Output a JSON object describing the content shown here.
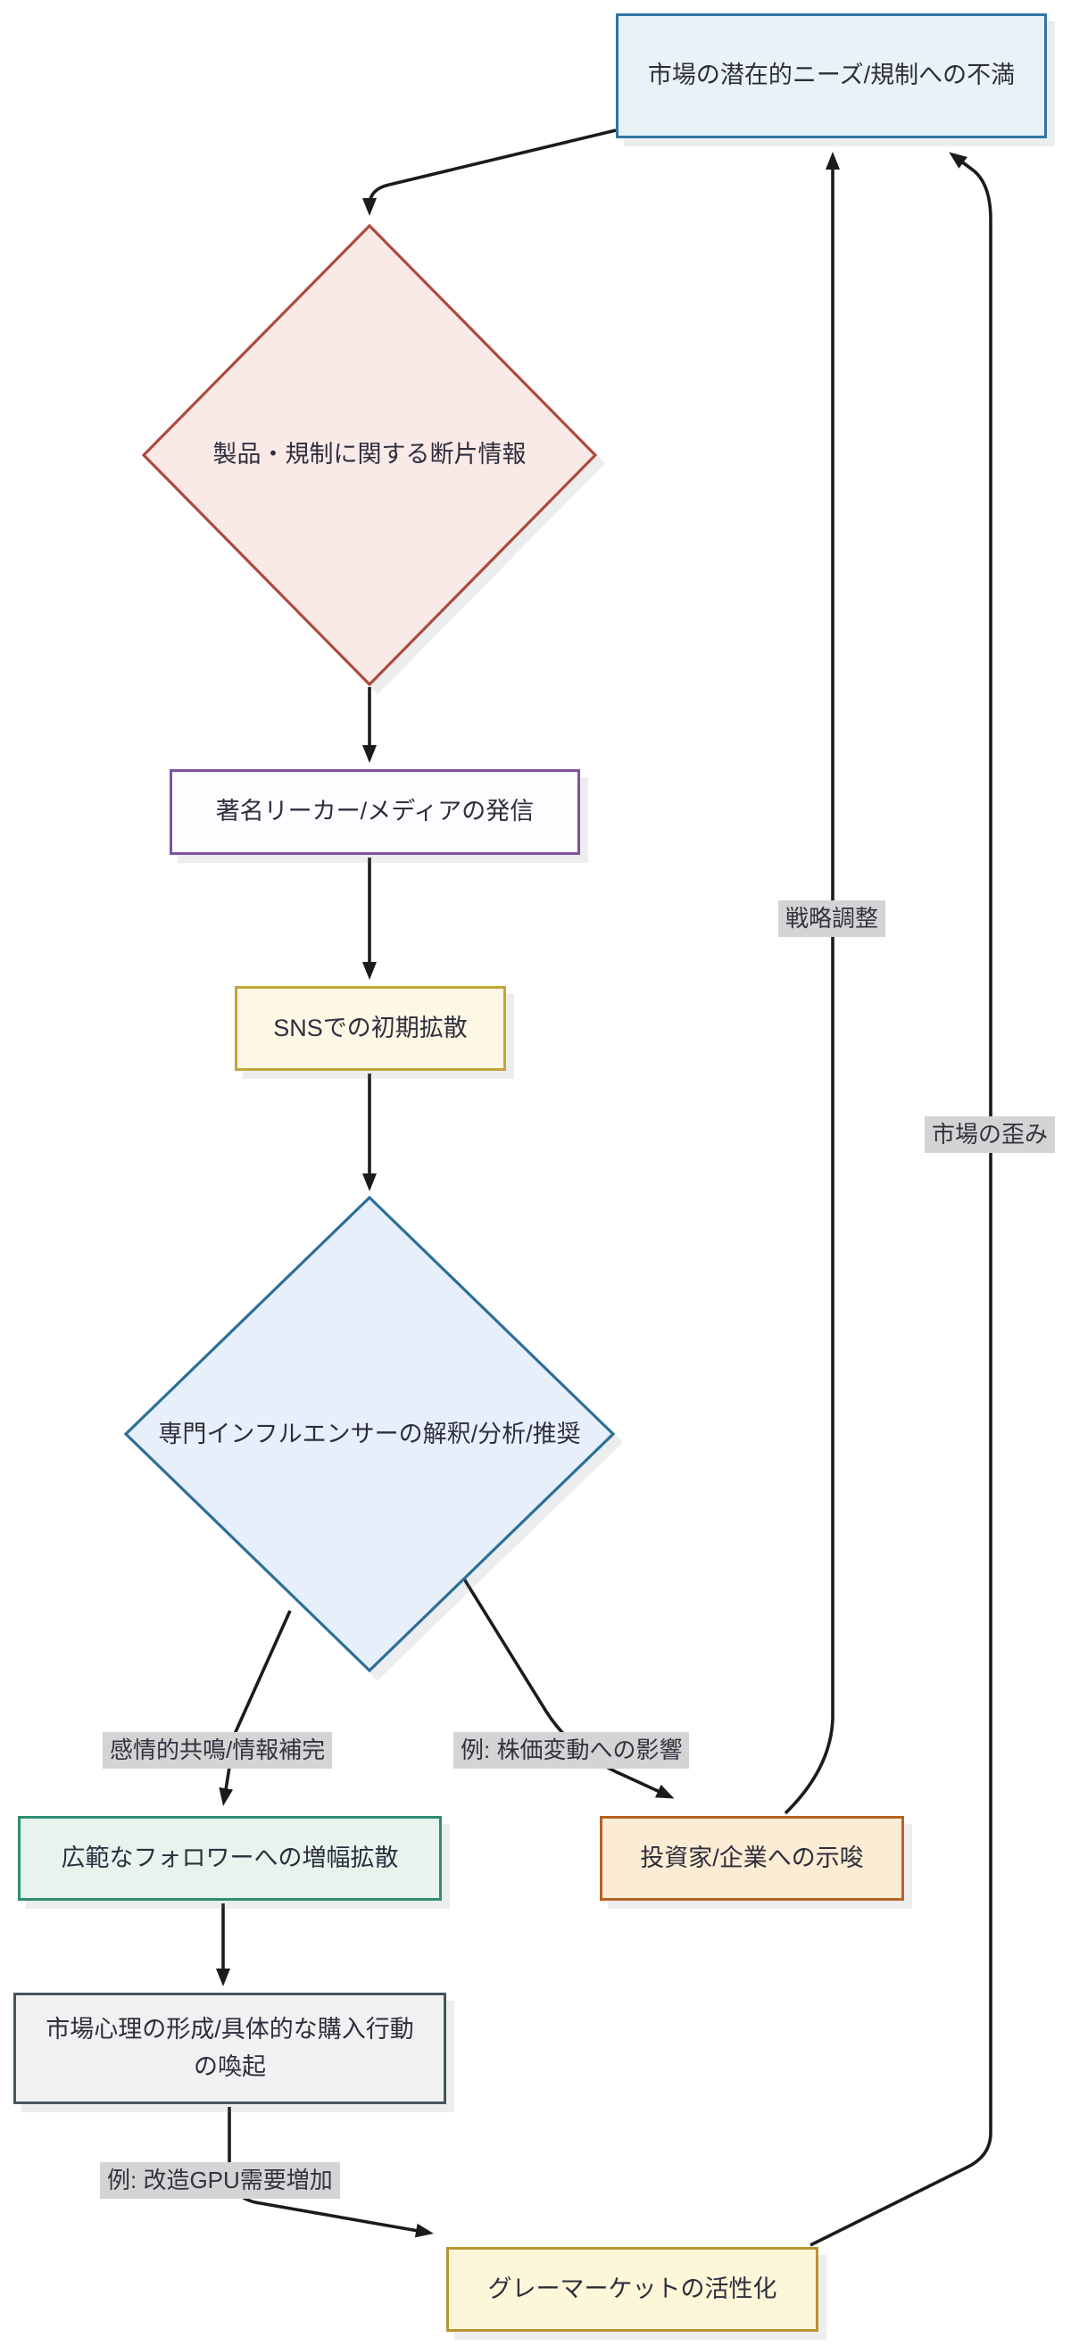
{
  "diagram": {
    "type": "flowchart",
    "direction": "top-down",
    "colors": {
      "arrow": "#1b1b1b",
      "edge_label_bg": "#d4d4d4",
      "text": "#2e2e3d",
      "background": "#ffffff"
    },
    "nodes": [
      {
        "id": "A",
        "label": "市場の潜在的ニーズ/規制への不満",
        "shape": "rect",
        "fill": "#e9f2f9",
        "border": "#2f76a4"
      },
      {
        "id": "B",
        "label": "製品・規制に関する断片情報",
        "shape": "diamond",
        "fill": "#faeae7",
        "border": "#ad4a3e"
      },
      {
        "id": "C",
        "label": "著名リーカー/メディアの発信",
        "shape": "rect",
        "fill": "#fdfcff",
        "border": "#7e50a2"
      },
      {
        "id": "D",
        "label": "SNSでの初期拡散",
        "shape": "rect",
        "fill": "#fdf8e5",
        "border": "#c0a53b"
      },
      {
        "id": "E",
        "label": "専門インフルエンサーの解釈/分析/推奨",
        "shape": "diamond",
        "fill": "#e7f0fa",
        "border": "#2e6f98"
      },
      {
        "id": "F",
        "label": "広範なフォロワーへの増幅拡散",
        "shape": "rect",
        "fill": "#e7f4ee",
        "border": "#2f8c73"
      },
      {
        "id": "G",
        "label": "投資家/企業への示唆",
        "shape": "rect",
        "fill": "#fcecd3",
        "border": "#b66224"
      },
      {
        "id": "H",
        "label": "市場心理の形成/具体的な購入行動の喚起",
        "shape": "rect",
        "fill": "#f1f1f2",
        "border": "#46555c"
      },
      {
        "id": "I",
        "label": "グレーマーケットの活性化",
        "shape": "rect",
        "fill": "#fdf6d9",
        "border": "#b8932f"
      }
    ],
    "edges": [
      {
        "from": "A",
        "to": "B",
        "label": ""
      },
      {
        "from": "B",
        "to": "C",
        "label": ""
      },
      {
        "from": "C",
        "to": "D",
        "label": ""
      },
      {
        "from": "D",
        "to": "E",
        "label": ""
      },
      {
        "from": "E",
        "to": "F",
        "label": "感情的共鳴/情報補完"
      },
      {
        "from": "E",
        "to": "G",
        "label": "例: 株価変動への影響"
      },
      {
        "from": "F",
        "to": "H",
        "label": ""
      },
      {
        "from": "H",
        "to": "I",
        "label": "例: 改造GPU需要増加"
      },
      {
        "from": "G",
        "to": "A",
        "label": "戦略調整"
      },
      {
        "from": "I",
        "to": "A",
        "label": "市場の歪み"
      }
    ]
  }
}
